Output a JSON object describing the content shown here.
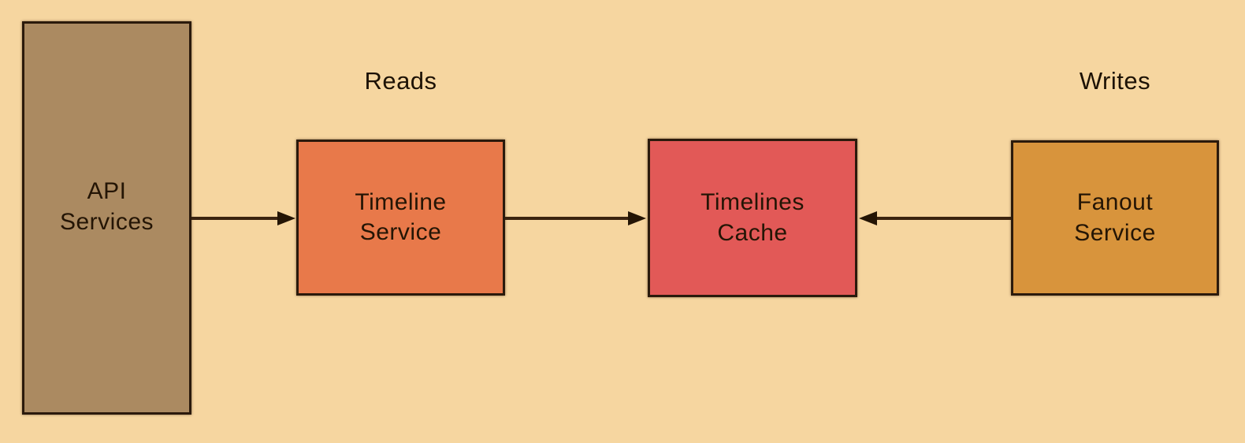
{
  "diagram": {
    "background_color": "#f6d6a0",
    "flow_labels": {
      "reads": "Reads",
      "writes": "Writes"
    },
    "nodes": {
      "api_services": {
        "line1": "API",
        "line2": "Services",
        "color": "#ab8a61"
      },
      "timeline_service": {
        "line1": "Timeline",
        "line2": "Service",
        "color": "#e8794a"
      },
      "timelines_cache": {
        "line1": "Timelines",
        "line2": "Cache",
        "color": "#e25957"
      },
      "fanout_service": {
        "line1": "Fanout",
        "line2": "Service",
        "color": "#d8943c"
      }
    },
    "connections": [
      {
        "from": "api_services",
        "to": "timeline_service",
        "direction": "right"
      },
      {
        "from": "timeline_service",
        "to": "timelines_cache",
        "direction": "right"
      },
      {
        "from": "fanout_service",
        "to": "timelines_cache",
        "direction": "left"
      }
    ],
    "arrow_color": "#3b2410",
    "border_color": "#2b1a0c"
  }
}
